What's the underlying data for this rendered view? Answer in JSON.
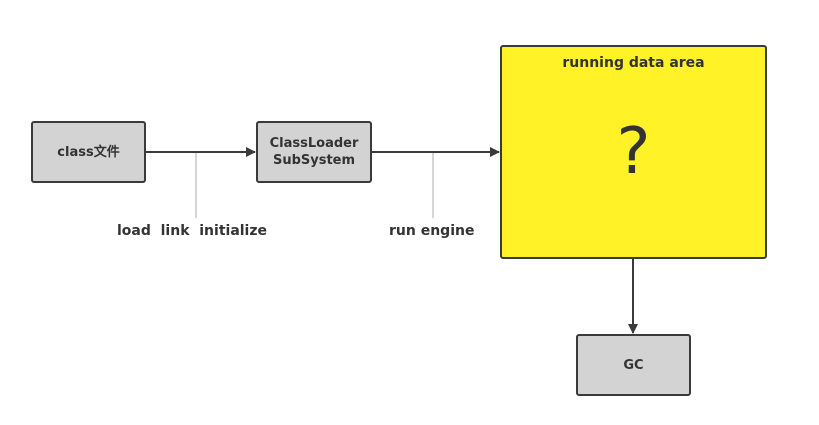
{
  "nodes": {
    "class_file": "class文件",
    "classloader_line1": "ClassLoader",
    "classloader_line2": "SubSystem",
    "runtime_area_title": "running data area",
    "runtime_area_symbol": "?",
    "gc": "GC"
  },
  "labels": {
    "stages": "load  link  initialize",
    "engine": "run engine"
  },
  "colors": {
    "node_fill": "#d3d3d3",
    "runtime_fill": "#fff227",
    "stroke": "#3a3a3a",
    "label_line": "#c8c8c8"
  }
}
